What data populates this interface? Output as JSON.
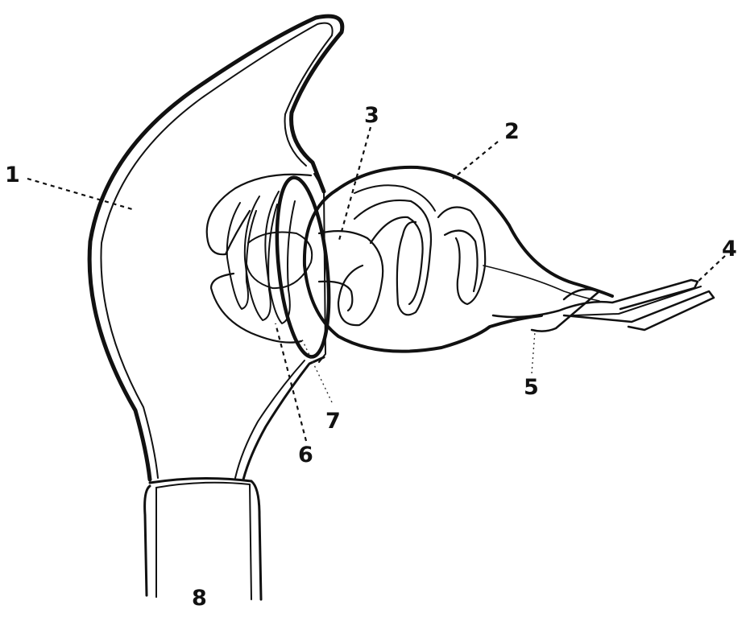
{
  "labels": {
    "l1": "1",
    "l2": "2",
    "l3": "3",
    "l4": "4",
    "l5": "5",
    "l6": "6",
    "l7": "7",
    "l8": "8"
  },
  "colors": {
    "ink": "#111111",
    "paper": "#ffffff"
  }
}
